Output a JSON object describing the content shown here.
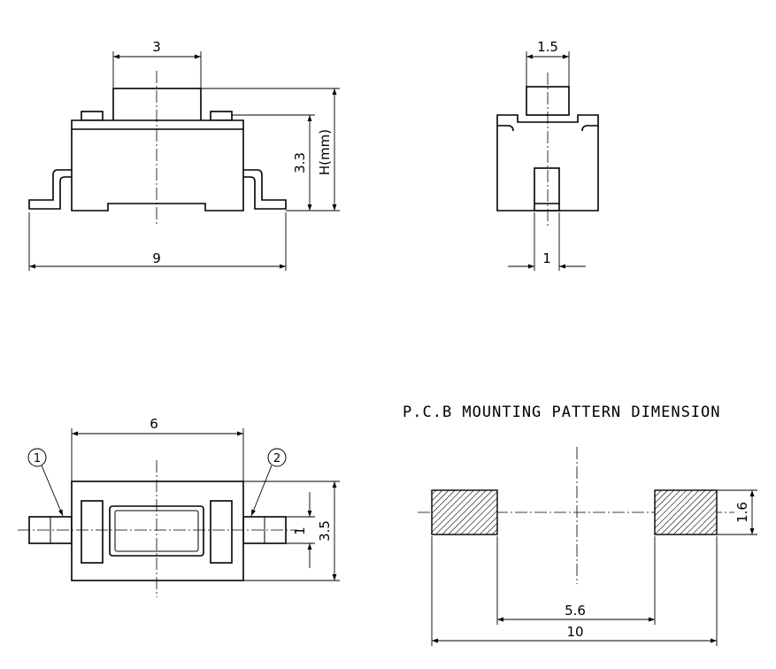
{
  "title": "P.C.B MOUNTING PATTERN DIMENSION",
  "front_view": {
    "dim_top": "3",
    "dim_body_height": "3.3",
    "dim_total_height": "H(mm)",
    "dim_width": "9"
  },
  "side_view": {
    "dim_top": "1.5",
    "dim_bottom": "1"
  },
  "top_view": {
    "dim_width": "6",
    "dim_height": "3.5",
    "dim_terminal": "1",
    "terminal_1": "1",
    "terminal_2": "2"
  },
  "pcb_pattern": {
    "dim_pad_height": "1.6",
    "dim_inner": "5.6",
    "dim_outer": "10"
  }
}
